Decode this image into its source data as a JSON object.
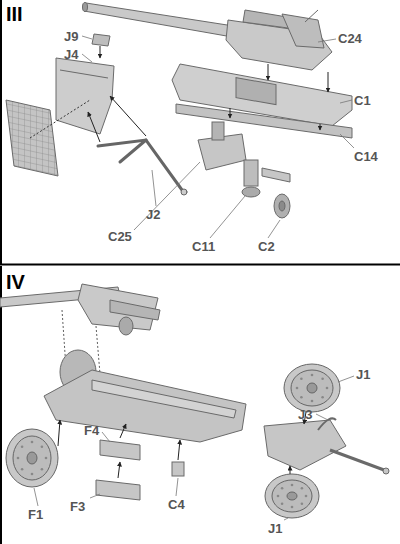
{
  "diagram": {
    "labels": [
      "III",
      "J9",
      "J4",
      "C24",
      "C1",
      "J2",
      "C25",
      "C14",
      "C11",
      "C2",
      "IV",
      "J1",
      "J3",
      "F1",
      "F4",
      "F3",
      "C4",
      "J1"
    ]
  }
}
